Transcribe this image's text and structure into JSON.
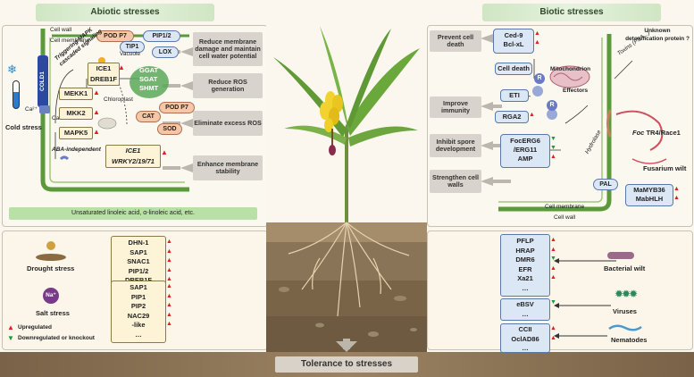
{
  "headers": {
    "abiotic": "Abiotic stresses",
    "biotic": "Biotic stresses"
  },
  "footer": {
    "title": "Tolerance to stresses"
  },
  "abiotic": {
    "cold_stress": "Cold stress",
    "cell_wall": "Cell wall",
    "cell_membrane": "Cell membrane",
    "cold1": "COLD1",
    "ca1": "Ca²⁺",
    "ca2": "Ca²⁺",
    "pod_p7_top": "POD P7",
    "pip12": "PIP1/2",
    "tip1": "TIP1",
    "vacuole": "Vacuole",
    "lox": "LOX",
    "mapk_signal": "Triggering MAPK cascaded signaling",
    "ice1": "ICE1",
    "dreb1f": "DREB1F",
    "mekk1": "MEKK1",
    "mkk2": "MKK2",
    "mapk5": "MAPK5",
    "ggat": "GGAT",
    "sgat": "SGAT",
    "shmt": "SHMT",
    "chloroplast": "Chloroplast",
    "pod_p7_mid": "POD P7",
    "cat": "CAT",
    "sod": "SOD",
    "aba_independent": "ABA-independent",
    "ice1_italic": "ICE1",
    "wrky": "WRKY2/19/71",
    "unsaturated": "Unsaturated linoleic acid, α-linoleic acid, etc.",
    "effects": [
      "Reduce membrane damage and maintain cell water potential",
      "Reduce ROS generation",
      "Eliminate excess ROS",
      "Enhance membrane stability"
    ],
    "drought_stress": "Drought stress",
    "drought_genes": [
      "DHN-1",
      "SAP1",
      "SNAC1",
      "PIP1/2",
      "DREB1F",
      "…"
    ],
    "salt_stress": "Salt stress",
    "salt_icon": "Na⁺",
    "salt_genes": [
      "SAP1",
      "PIP1",
      "PIP2",
      "NAC29",
      "-like",
      "…"
    ],
    "legend_up": "Upregulated",
    "legend_down": "Downregulated or knockout"
  },
  "biotic": {
    "effects": [
      "Prevent cell death",
      "Improve immunity",
      "Inhibit spore development",
      "Strengthen cell walls"
    ],
    "ced9": "Ced-9",
    "bclxl": "Bcl-xL",
    "cell_death": "Cell death",
    "mitochondrion": "Mitochondrion",
    "toxins": "Toxins (FSA...)",
    "unknown_protein": "Unknown detoxification protein ?",
    "eti": "ETI",
    "r1": "R",
    "r2": "R",
    "effectors": "Effectors",
    "rga2": "RGA2",
    "foc_genes": [
      "FocERG6",
      "/ERG11",
      "AMP"
    ],
    "foc_prefix": "Foc",
    "foc_race": "TR4/Race1",
    "fusarium": "Fusarium wilt",
    "hydrolase": "Hydrolase",
    "pal": "PAL",
    "myb": [
      "MaMYB36",
      "MabHLH"
    ],
    "cell_membrane": "Cell membrane",
    "cell_wall": "Cell wall",
    "bacterial_genes": [
      "PFLP",
      "HRAP",
      "DMR6",
      "EFR",
      "Xa21",
      "…"
    ],
    "bacterial_wilt": "Bacterial wilt",
    "virus_genes": [
      "eBSV",
      "…"
    ],
    "viruses": "Viruses",
    "nematode_genes": [
      "CCII",
      "OclAD86",
      "…"
    ],
    "nematodes": "Nematodes"
  },
  "colors": {
    "up": "#e02020",
    "down": "#1a9a3a",
    "membrane": "#5a9a3a",
    "header": "#cfe6c3",
    "footer": "#8a7356"
  }
}
